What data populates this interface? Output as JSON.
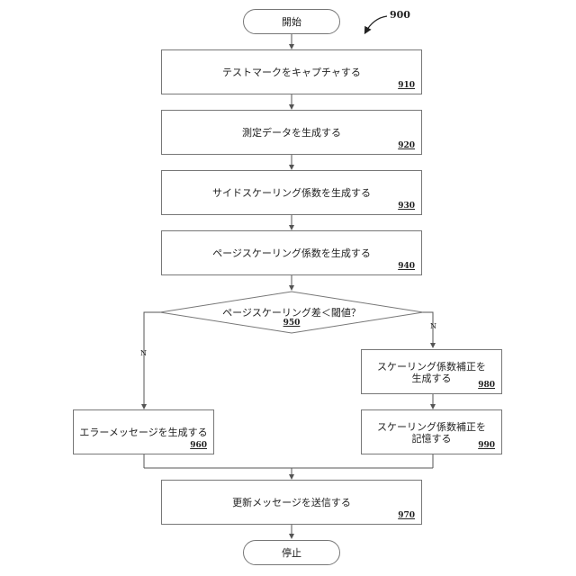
{
  "figure_number": "900",
  "start": "開始",
  "stop": "停止",
  "steps": {
    "s910": {
      "label": "テストマークをキャプチャする",
      "number": "910"
    },
    "s920": {
      "label": "測定データを生成する",
      "number": "920"
    },
    "s930": {
      "label": "サイドスケーリング係数を生成する",
      "number": "930"
    },
    "s940": {
      "label": "ページスケーリング係数を生成する",
      "number": "940"
    },
    "s960": {
      "label": "エラーメッセージを生成する",
      "number": "960"
    },
    "s970": {
      "label": "更新メッセージを送信する",
      "number": "970"
    },
    "s980": {
      "line1": "スケーリング係数補正を",
      "line2": "生成する",
      "number": "980"
    },
    "s990": {
      "line1": "スケーリング係数補正を",
      "line2": "記憶する",
      "number": "990"
    }
  },
  "decision": {
    "label": "ページスケーリング差＜閾値？",
    "number": "950"
  },
  "branches": {
    "left": "N",
    "right": "N"
  }
}
